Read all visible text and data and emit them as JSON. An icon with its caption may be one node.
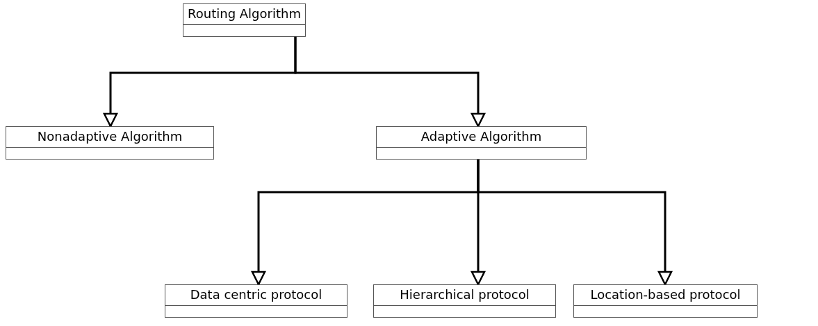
{
  "diagram": {
    "nodes": [
      {
        "text": [
          "Routing Algorithm"
        ]
      },
      {
        "text": [
          "Nonadaptive Algorithm"
        ]
      },
      {
        "text": [
          "Adaptive Algorithm"
        ]
      },
      {
        "text": [
          "Data centric protocol"
        ]
      },
      {
        "text": [
          "Hierarchical protocol"
        ]
      },
      {
        "text": [
          "Location-based protocol"
        ]
      }
    ],
    "edges": [
      {
        "from": 0,
        "to": 1,
        "arrow": "to"
      },
      {
        "from": 0,
        "to": 2,
        "arrow": "to"
      },
      {
        "from": 2,
        "to": 3,
        "arrow": "to"
      },
      {
        "from": 2,
        "to": 4,
        "arrow": "to"
      },
      {
        "from": 2,
        "to": 5,
        "arrow": "to"
      }
    ]
  }
}
